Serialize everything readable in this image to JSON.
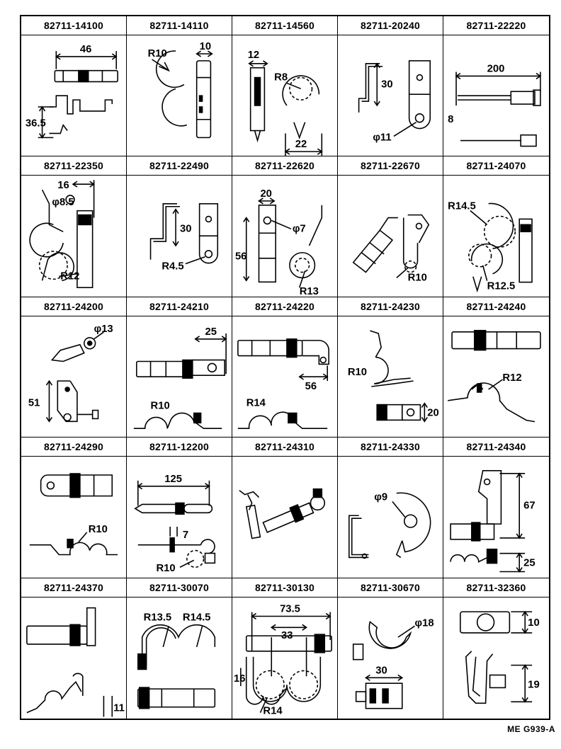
{
  "reference_code": "ME G939-A",
  "parts": [
    {
      "part_number": "82711-14100",
      "dimensions": [
        "46",
        "36.5"
      ]
    },
    {
      "part_number": "82711-14110",
      "dimensions": [
        "R10",
        "10"
      ]
    },
    {
      "part_number": "82711-14560",
      "dimensions": [
        "12",
        "R8",
        "22"
      ]
    },
    {
      "part_number": "82711-20240",
      "dimensions": [
        "30",
        "φ11"
      ]
    },
    {
      "part_number": "82711-22220",
      "dimensions": [
        "200",
        "8"
      ]
    },
    {
      "part_number": "82711-22350",
      "dimensions": [
        "16",
        "φ8.5",
        "R12"
      ]
    },
    {
      "part_number": "82711-22490",
      "dimensions": [
        "30",
        "R4.5"
      ]
    },
    {
      "part_number": "82711-22620",
      "dimensions": [
        "20",
        "φ7",
        "56",
        "R13"
      ]
    },
    {
      "part_number": "82711-22670",
      "dimensions": [
        "R10"
      ]
    },
    {
      "part_number": "82711-24070",
      "dimensions": [
        "R14.5",
        "R12.5"
      ]
    },
    {
      "part_number": "82711-24200",
      "dimensions": [
        "φ13",
        "51"
      ]
    },
    {
      "part_number": "82711-24210",
      "dimensions": [
        "25",
        "R10"
      ]
    },
    {
      "part_number": "82711-24220",
      "dimensions": [
        "56",
        "R14"
      ]
    },
    {
      "part_number": "82711-24230",
      "dimensions": [
        "R10",
        "20"
      ]
    },
    {
      "part_number": "82711-24240",
      "dimensions": [
        "R12"
      ]
    },
    {
      "part_number": "82711-24290",
      "dimensions": [
        "R10"
      ]
    },
    {
      "part_number": "82711-12200",
      "dimensions": [
        "125",
        "7",
        "R10"
      ]
    },
    {
      "part_number": "82711-24310",
      "dimensions": []
    },
    {
      "part_number": "82711-24330",
      "dimensions": [
        "φ9"
      ]
    },
    {
      "part_number": "82711-24340",
      "dimensions": [
        "67",
        "25"
      ]
    },
    {
      "part_number": "82711-24370",
      "dimensions": [
        "11"
      ]
    },
    {
      "part_number": "82711-30070",
      "dimensions": [
        "R13.5",
        "R14.5"
      ]
    },
    {
      "part_number": "82711-30130",
      "dimensions": [
        "73.5",
        "33",
        "16",
        "R14"
      ]
    },
    {
      "part_number": "82711-30670",
      "dimensions": [
        "φ18",
        "30"
      ]
    },
    {
      "part_number": "82711-32360",
      "dimensions": [
        "10",
        "19"
      ]
    }
  ]
}
